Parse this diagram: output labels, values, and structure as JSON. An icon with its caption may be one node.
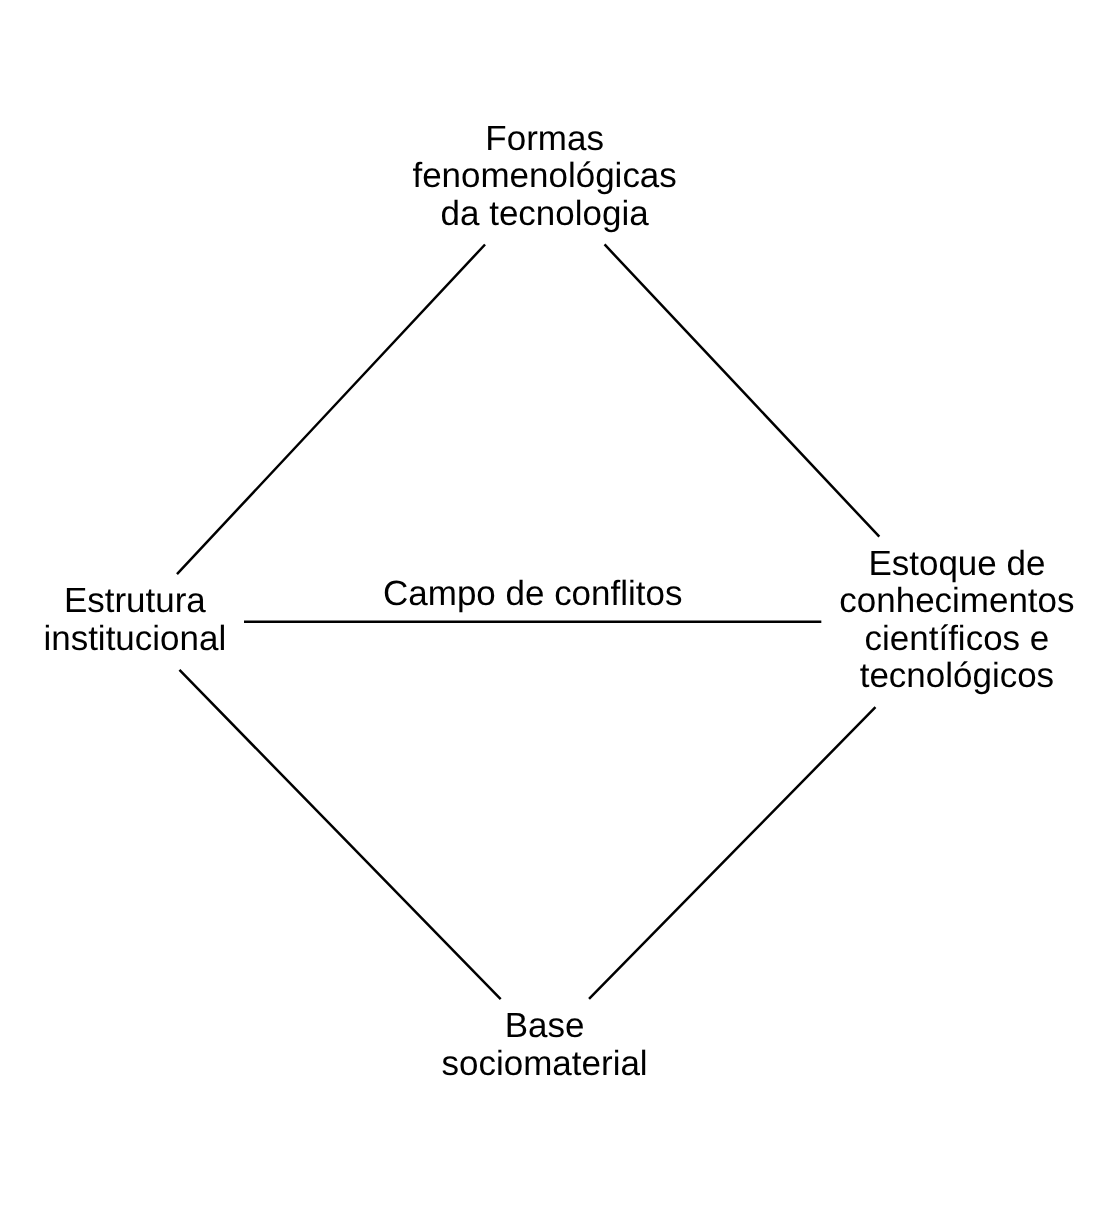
{
  "diagram": {
    "nodes": [
      {
        "text": [
          "Formas fenomenológicas da tecnologia"
        ]
      },
      {
        "text": [
          "Estrutura institucional"
        ]
      },
      {
        "text": [
          "Estoque de conhecimentos científicos e tecnológicos"
        ]
      },
      {
        "text": [
          "Base sociomaterial"
        ]
      }
    ],
    "edges": [
      {
        "from": 0,
        "to": 1,
        "arrow": "none"
      },
      {
        "from": 0,
        "to": 2,
        "arrow": "none"
      },
      {
        "from": 1,
        "to": 2,
        "arrow": "none",
        "label": "Campo de conflitos"
      },
      {
        "from": 1,
        "to": 3,
        "arrow": "none"
      },
      {
        "from": 2,
        "to": 3,
        "arrow": "none"
      }
    ]
  }
}
